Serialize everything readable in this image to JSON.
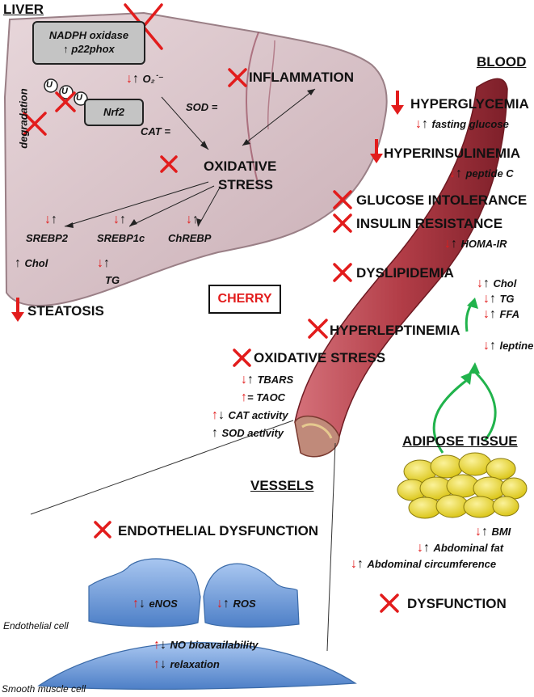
{
  "liver": {
    "title": "LIVER",
    "nadph_box": {
      "line1": "NADPH oxidase",
      "line2": "↑ p22phox"
    },
    "nrf2": "Nrf2",
    "ubiquitin": "U",
    "degradation": "degradation",
    "o2": {
      "arrows": "↓↑",
      "text": "O₂˙⁻"
    },
    "sod": "SOD =",
    "cat": "CAT =",
    "inflammation": "INFLAMMATION",
    "oxidative_stress": {
      "line1": "OXIDATIVE",
      "line2": "STRESS"
    },
    "srebp2": "SREBP2",
    "srebp1c": "SREBP1c",
    "chrebp": "ChREBP",
    "chol": "Chol",
    "tg": "TG",
    "steatosis": "STEATOSIS"
  },
  "center_label": "CHERRY",
  "blood": {
    "title": "BLOOD",
    "hyperglycemia": "HYPERGLYCEMIA",
    "fasting_glucose": "fasting glucose",
    "hyperinsulinemia": "HYPERINSULINEMIA",
    "peptide_c": "peptide C",
    "glucose_intolerance": "GLUCOSE INTOLERANCE",
    "insulin_resistance": "INSULIN RESISTANCE",
    "homa_ir": "HOMA-IR",
    "dyslipidemia": "DYSLIPIDEMIA",
    "chol": "Chol",
    "tg": "TG",
    "ffa": "FFA",
    "hyperleptinemia": "HYPERLEPTINEMIA",
    "leptine": "leptine",
    "oxidative_stress": "OXIDATIVE STRESS",
    "tbars": "TBARS",
    "taoc": "= TAOC",
    "cat_activity": "CAT activity",
    "sod_activity": "SOD activity"
  },
  "adipose": {
    "title": "ADIPOSE TISSUE",
    "bmi": "BMI",
    "abdominal_fat": "Abdominal fat",
    "abdominal_circumference": "Abdominal circumference",
    "dysfunction": "DYSFUNCTION"
  },
  "vessels": {
    "title": "VESSELS",
    "endothelial_dysfunction": "ENDOTHELIAL DYSFUNCTION",
    "enos": "eNOS",
    "ros": "ROS",
    "endothelial_cell": "Endothelial cell",
    "no_bio": "NO bioavailability",
    "relaxation": "relaxation",
    "smooth_muscle_cell": "Smooth muscle cell"
  },
  "arrows": {
    "down": "↓",
    "up": "↑"
  },
  "colors": {
    "liver": "#d9c3c9",
    "vessel": "#b5434c",
    "adipose": "#f1de26",
    "cell": "#6d9ddc",
    "cross": "#e21c1c",
    "green_arrow": "#21b34c"
  }
}
